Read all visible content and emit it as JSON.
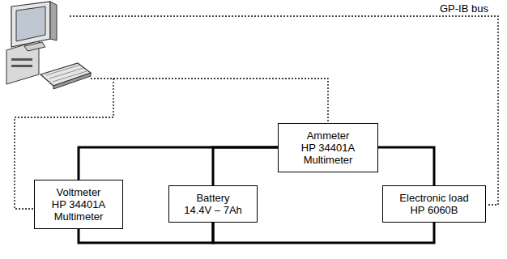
{
  "diagram": {
    "nodes": [
      {
        "text": [
          "Ammeter HP 34401A Multimeter"
        ]
      },
      {
        "text": [
          "Voltmeter HP 34401A Multimeter"
        ]
      },
      {
        "text": [
          "Battery 14.4V – 7Ah"
        ]
      },
      {
        "text": [
          "Electronic load HP 6060B"
        ]
      }
    ],
    "edges": [
      {
        "from": 1,
        "to": 0,
        "arrow": "none"
      },
      {
        "from": 2,
        "to": 0,
        "arrow": "none"
      },
      {
        "from": 0,
        "to": 3,
        "arrow": "none"
      },
      {
        "from": 1,
        "to": 2,
        "arrow": "none"
      },
      {
        "from": 2,
        "to": 3,
        "arrow": "none"
      }
    ],
    "labels": [
      "GP-IB bus"
    ]
  }
}
